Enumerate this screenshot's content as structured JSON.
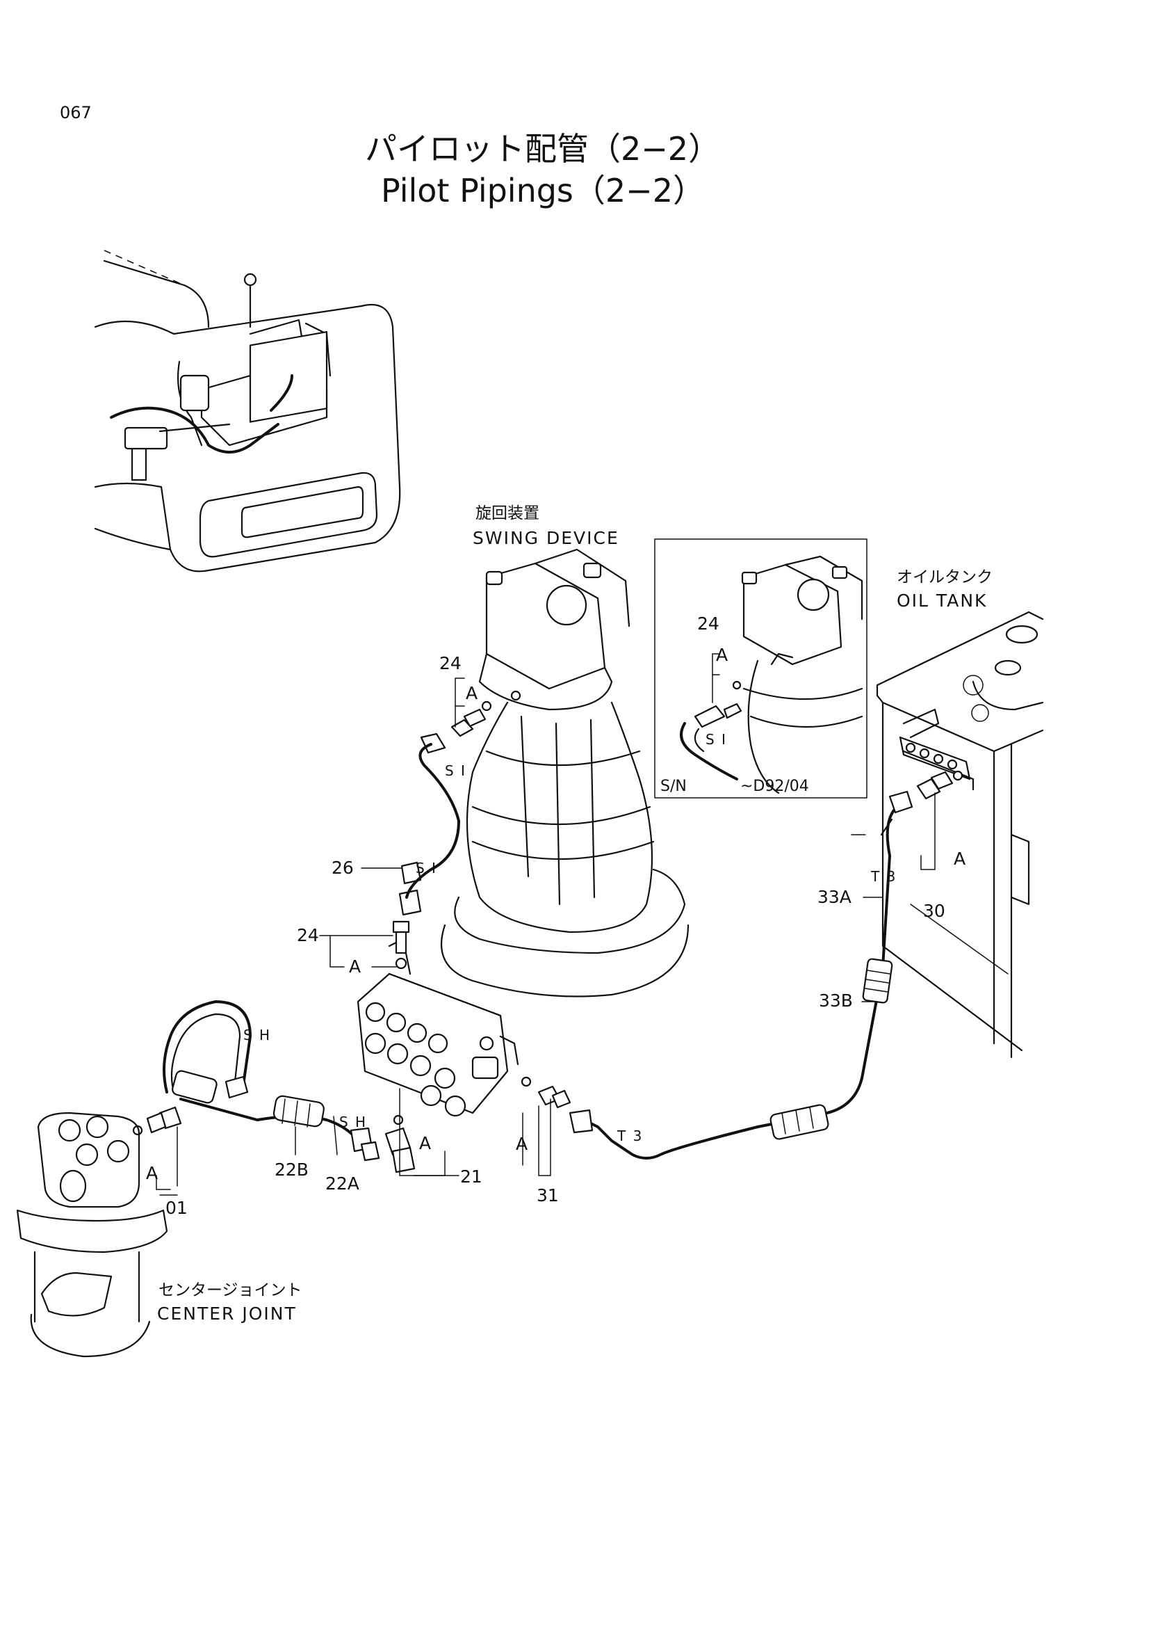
{
  "page_number": "067",
  "title_jp": "パイロット配管（2−2）",
  "title_en": "Pilot Pipings（2−2）",
  "components": {
    "swing_device": {
      "jp": "旋回装置",
      "en": "SWING DEVICE"
    },
    "oil_tank": {
      "jp": "オイルタンク",
      "en": "OIL TANK"
    },
    "center_joint": {
      "jp": "センタージョイント",
      "en": "CENTER JOINT"
    }
  },
  "inset": {
    "serial_label": "S/N",
    "serial_range": "~D92/04"
  },
  "part_callouts": {
    "p24_top": "24",
    "p24_inset": "24",
    "p24_mid": "24",
    "p26": "26",
    "p33a": "33A",
    "p33b": "33B",
    "p30": "30",
    "p22b": "22B",
    "p22a": "22A",
    "p21": "21",
    "p31": "31",
    "p01": "01"
  },
  "ref_letters": {
    "a1": "A",
    "a2": "A",
    "a3": "A",
    "a4": "A",
    "a5": "A",
    "a6": "A",
    "a7": "A"
  },
  "hose_codes": {
    "si_top": "S I",
    "si_inset": "S I",
    "si_mid": "S I",
    "t3_top": "T 3",
    "t3_bottom": "T 3",
    "sh_top": "S H",
    "sh_bottom": "S H"
  }
}
